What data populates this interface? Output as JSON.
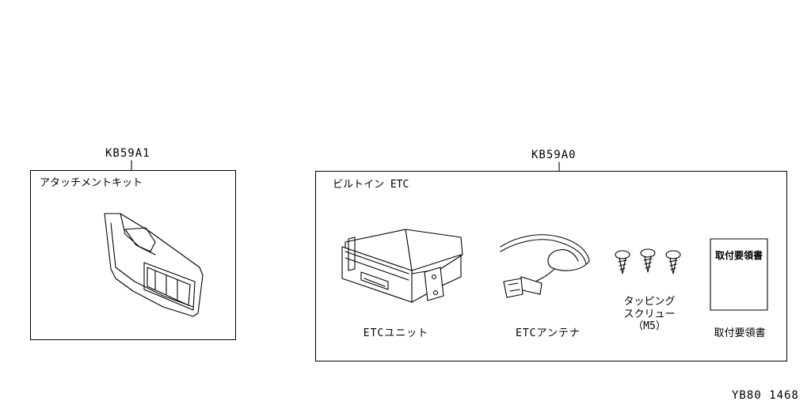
{
  "kits": [
    {
      "part_no": "KB59A1",
      "title": "アタッチメントキット",
      "components": []
    },
    {
      "part_no": "KB59A0",
      "title": "ビルトイン ETC",
      "components": [
        {
          "label": "ETCユニット"
        },
        {
          "label": "ETCアンテナ"
        },
        {
          "label_lines": [
            "タッピング",
            "スクリュー",
            "（M5）"
          ]
        },
        {
          "label": "取付要領書"
        }
      ]
    }
  ],
  "manual_cover_text": "取付要領書",
  "drawing_id": "YB80 1468"
}
